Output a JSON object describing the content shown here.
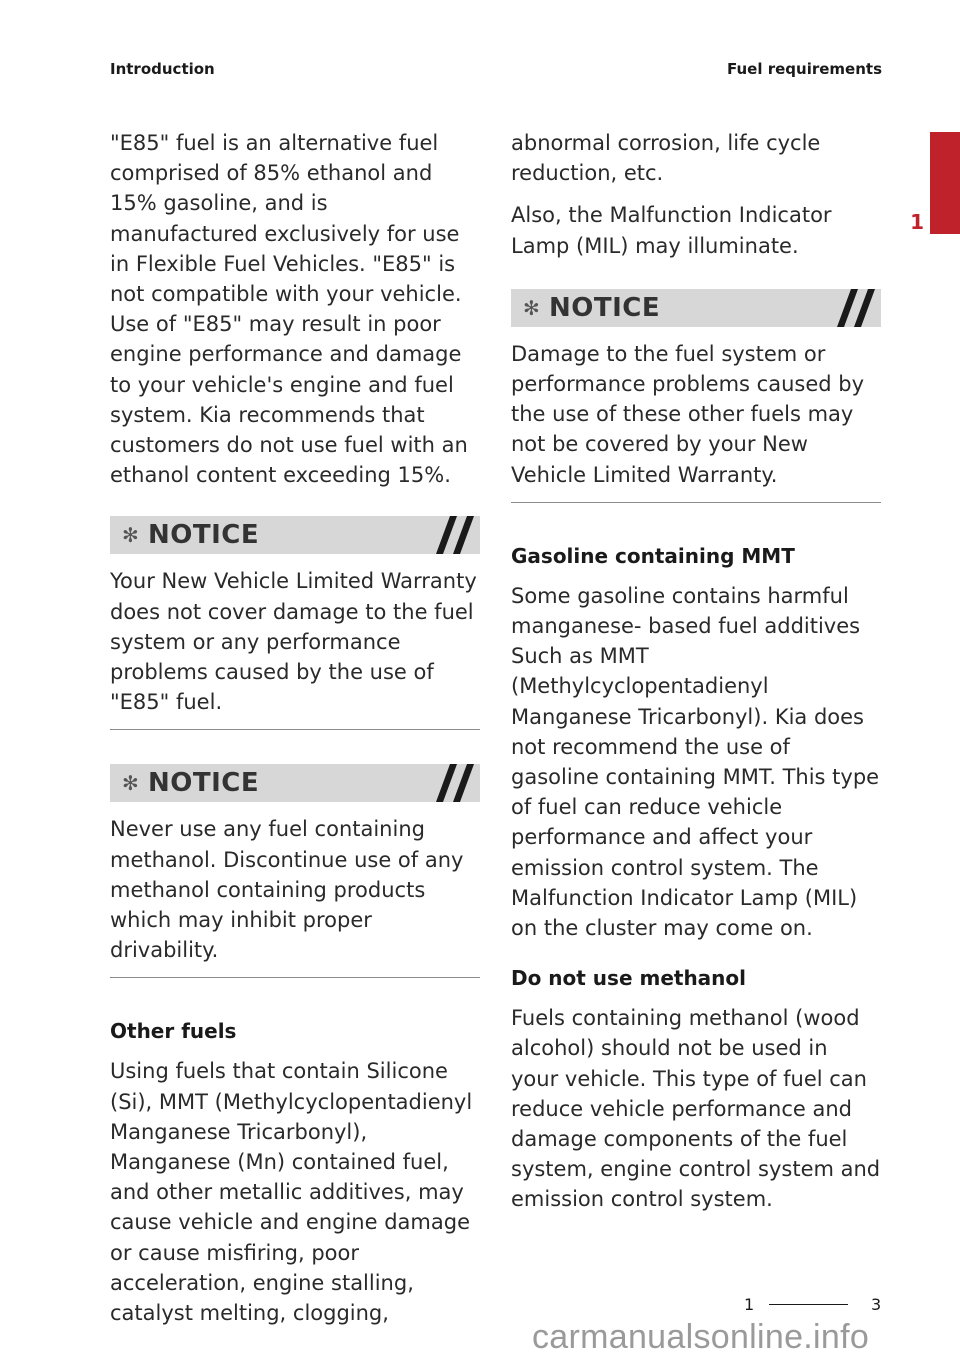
{
  "header": {
    "left": "Introduction",
    "right": "Fuel requirements"
  },
  "chapter_tab": {
    "number": "1",
    "color": "#c0222c"
  },
  "left_column": {
    "para1": "\"E85\" fuel is an alternative fuel comprised of 85% ethanol and 15% gasoline, and is manufactured exclusively for use in Flexible Fuel Vehicles. \"E85\" is not compatible with your vehicle. Use of \"E85\" may result in poor engine performance and damage to your vehicle's engine and fuel system. Kia recommends that customers do not use fuel with an ethanol content exceeding 15%.",
    "notice1": {
      "title": "NOTICE",
      "body": "Your New Vehicle Limited Warranty does not cover damage to the fuel system or any performance problems caused by the use of \"E85\" fuel."
    },
    "notice2": {
      "title": "NOTICE",
      "body": "Never use any fuel containing methanol. Discontinue use of any methanol containing products which may inhibit proper drivability."
    },
    "other_fuels": {
      "heading": "Other fuels",
      "body": "Using fuels that contain Silicone (Si), MMT (Methylcyclopentadienyl Manganese Tricarbonyl), Manganese (Mn) contained fuel, and other metallic additives, may cause vehicle and engine damage or cause misfiring, poor acceleration, engine stalling, catalyst melting, clogging,"
    }
  },
  "right_column": {
    "para1": "abnormal corrosion, life cycle reduction, etc.",
    "para2": "Also, the Malfunction Indicator Lamp (MIL) may illuminate.",
    "notice3": {
      "title": "NOTICE",
      "body": "Damage to the fuel system or performance problems caused by the use of these other fuels may not be covered by your New Vehicle Limited Warranty."
    },
    "mmt": {
      "heading": "Gasoline containing MMT",
      "body": "Some gasoline contains harmful manganese- based fuel additives Such as MMT (Methylcyclopentadienyl Manganese Tricarbonyl). Kia does not recommend the use of gasoline containing MMT. This type of fuel can reduce vehicle performance and affect your emission control system. The Malfunction Indicator Lamp (MIL) on the cluster may come on."
    },
    "methanol": {
      "heading": "Do not use methanol",
      "body": "Fuels containing methanol (wood alcohol) should not be used in your vehicle. This type of fuel can reduce vehicle performance and damage components of the fuel system, engine control system and emission control system."
    }
  },
  "footer": {
    "chapter": "1",
    "page": "3"
  },
  "watermark": "carmanualsonline.info",
  "icons": {
    "notice": "asterisk-icon",
    "stripes": "diagonal-stripes-icon"
  }
}
